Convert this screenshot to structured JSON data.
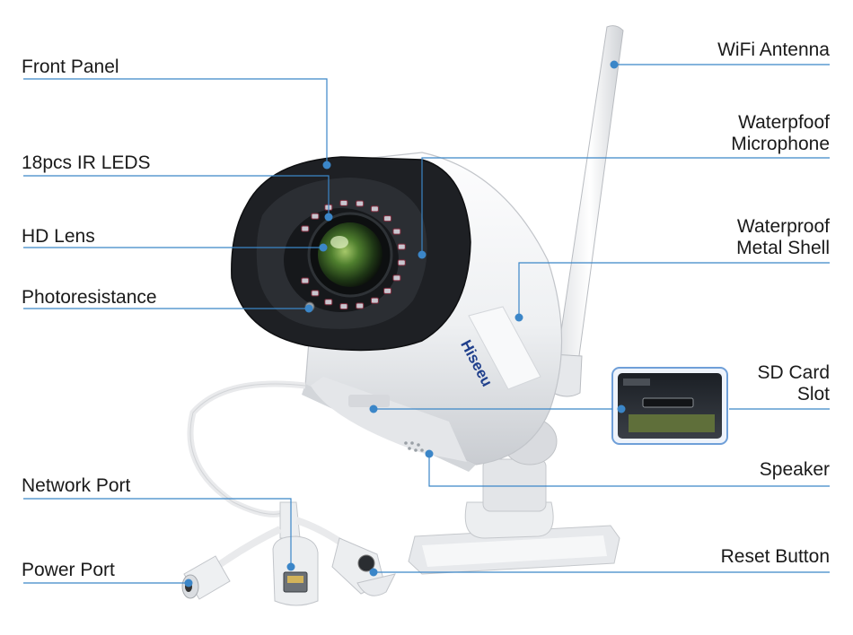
{
  "colors": {
    "leader": "#3b86c8",
    "dot": "#3b86c8",
    "label_text": "#1a1a1a",
    "camera_body": "#f1f2f4",
    "front_bezel": "#1d1f22",
    "lens_glass": "#3f6b2a"
  },
  "brand": {
    "logo_text": "Hiseeu"
  },
  "labels": {
    "front_panel": "Front Panel",
    "ir_leds": "18pcs IR LEDS",
    "hd_lens": "HD Lens",
    "photoresistance": "Photoresistance",
    "network_port": "Network Port",
    "power_port": "Power Port",
    "wifi_antenna": "WiFi Antenna",
    "microphone_line1": "Waterpfoof",
    "microphone_line2": "Microphone",
    "shell_line1": "Waterproof",
    "shell_line2": "Metal Shell",
    "sd_line1": "SD Card",
    "sd_line2": "Slot",
    "speaker": "Speaker",
    "reset_button": "Reset Button"
  },
  "icons": [
    "wifi-antenna-icon",
    "ir-led-icon",
    "camera-lens-icon",
    "ethernet-port-icon",
    "dc-power-plug-icon"
  ]
}
